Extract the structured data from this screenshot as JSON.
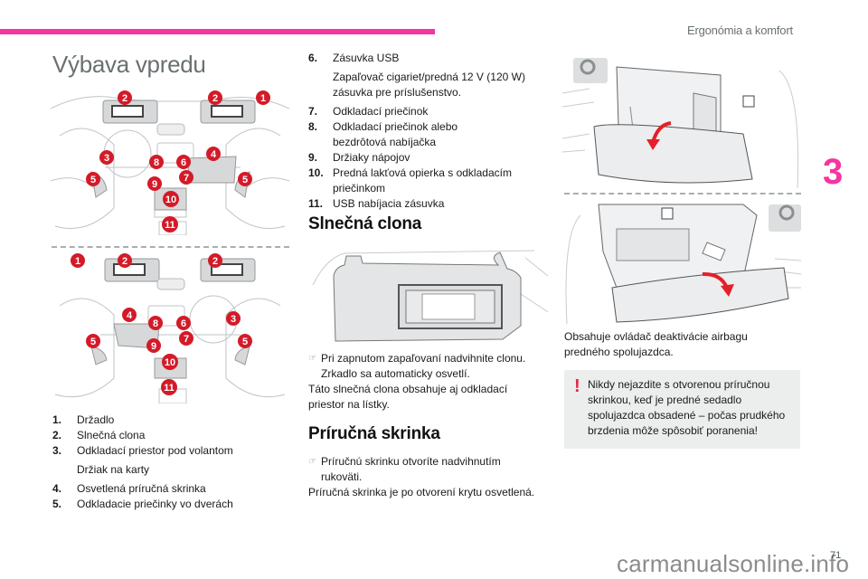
{
  "header": {
    "chapter_title": "Ergonómia a komfort",
    "chapter_number": "3",
    "accent_color": "#f535a0"
  },
  "page_title": "Výbava vpredu",
  "diagram_lhd": {
    "description": "Left-hand drive interior overview with callouts",
    "callouts": [
      "1",
      "2",
      "2",
      "3",
      "4",
      "5",
      "5",
      "6",
      "7",
      "8",
      "9",
      "10",
      "11"
    ]
  },
  "diagram_rhd": {
    "description": "Right-hand drive interior overview with callouts",
    "callouts": [
      "1",
      "2",
      "2",
      "3",
      "4",
      "5",
      "5",
      "6",
      "7",
      "8",
      "9",
      "10",
      "11"
    ]
  },
  "legend_col1": [
    {
      "num": "1.",
      "text": "Držadlo"
    },
    {
      "num": "2.",
      "text": "Slnečná clona"
    },
    {
      "num": "3.",
      "text": "Odkladací priestor pod volantom",
      "sub": "Držiak na karty"
    },
    {
      "num": "4.",
      "text": "Osvetlená príručná skrinka"
    },
    {
      "num": "5.",
      "text": "Odkladacie priečinky vo dverách"
    }
  ],
  "legend_col2": [
    {
      "num": "6.",
      "text": "Zásuvka USB",
      "sub": "Zapaľovač cigariet/predná 12 V (120 W) zásuvka pre príslušenstvo."
    },
    {
      "num": "7.",
      "text": "Odkladací priečinok"
    },
    {
      "num": "8.",
      "text": "Odkladací priečinok alebo bezdrôtová nabíjačka"
    },
    {
      "num": "9.",
      "text": "Držiaky nápojov"
    },
    {
      "num": "10.",
      "text": "Predná lakťová opierka s odkladacím priečinkom"
    },
    {
      "num": "11.",
      "text": "USB nabíjacia zásuvka"
    }
  ],
  "sun_visor": {
    "heading": "Slnečná clona",
    "bullet": "Pri zapnutom zapaľovaní nadvihnite clonu. Zrkadlo sa automaticky osvetlí.",
    "text": "Táto slnečná clona obsahuje aj odkladací priestor na lístky."
  },
  "glovebox": {
    "heading": "Príručná skrinka",
    "bullet": "Príručnú skrinku otvoríte nadvihnutím rukoväti.",
    "text": "Príručná skrinka je po otvorení krytu osvetlená.",
    "airbag_note": "Obsahuje ovládač deaktivácie airbagu predného spolujazdca.",
    "warning": "Nikdy nejazdite s otvorenou príručnou skrinkou, keď je predné sedadlo spolujazdca obsadené – počas prudkého brzdenia môže spôsobiť poranenia!",
    "warning_icon": "exclamation-icon",
    "warning_color": "#e8234a"
  },
  "footer": {
    "page_number": "71",
    "watermark": "carmanualsonline.info"
  }
}
